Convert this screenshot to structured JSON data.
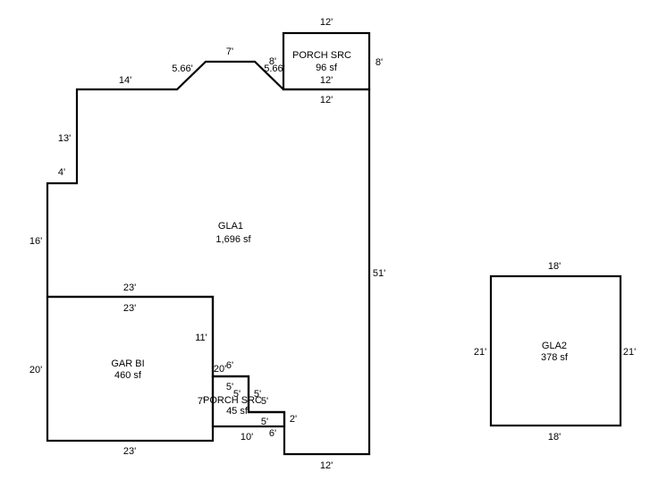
{
  "gla1": {
    "name": "GLA1",
    "area": "1,696 sf",
    "dims": {
      "top_left": "14'",
      "diag_left": "5.66'",
      "top_mid": "7'",
      "diag_right": "5.66'",
      "porch_side": "8'",
      "porch_bottom_outer": "12'",
      "left_upper": "13'",
      "step_top": "4'",
      "left_mid": "16'",
      "right": "51'",
      "bottom": "12'"
    }
  },
  "porch_top": {
    "name": "PORCH SRC",
    "area": "96 sf",
    "dims": {
      "top": "12'",
      "right": "8'",
      "bottom": "12'"
    }
  },
  "garage": {
    "name": "GAR BI",
    "area": "460 sf",
    "dims": {
      "top_outer": "23'",
      "top_inner": "23'",
      "left": "20'",
      "right": "11'",
      "bottom": "23'"
    }
  },
  "porch_small": {
    "name": "PORCH SRC",
    "area": "45 sf",
    "dims": {
      "left_label": "20'",
      "top": "6'",
      "inner_left": "5'",
      "inner_mid": "5'",
      "right_a": "5'",
      "right_b": "5'",
      "side": "7'",
      "step": "5'",
      "step_right": "2'",
      "bottom": "10'",
      "bottom_step": "6'"
    }
  },
  "gla2": {
    "name": "GLA2",
    "area": "378 sf",
    "dims": {
      "top": "18'",
      "left": "21'",
      "right": "21'",
      "bottom": "18'"
    }
  }
}
